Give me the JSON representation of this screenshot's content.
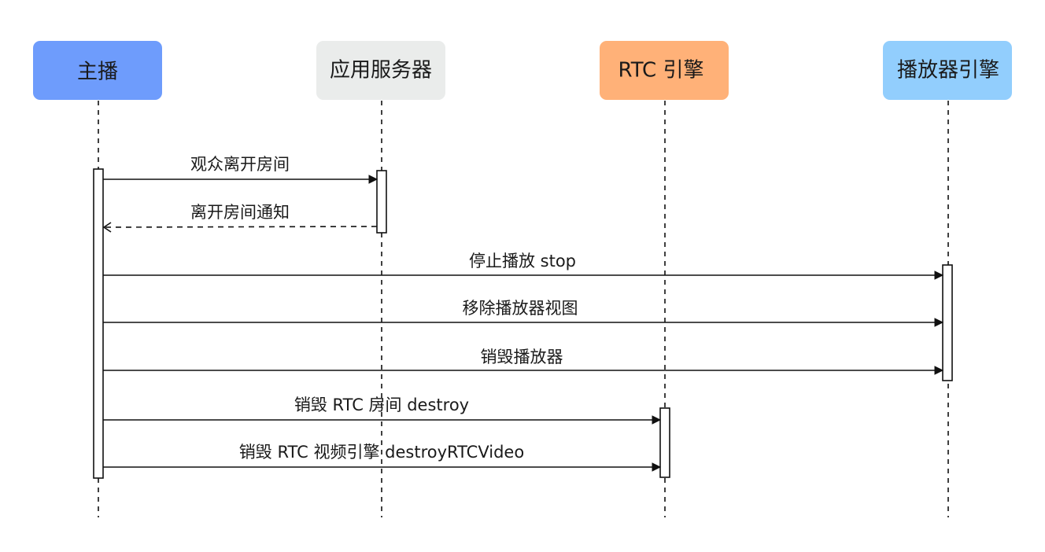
{
  "participants": [
    {
      "id": "anchor",
      "label": "主播",
      "color": "#6E9CFC"
    },
    {
      "id": "server",
      "label": "应用服务器",
      "color": "#EAECEB"
    },
    {
      "id": "rtc",
      "label": "RTC 引擎",
      "color": "#FFB178"
    },
    {
      "id": "player",
      "label": "播放器引擎",
      "color": "#92CEFD"
    }
  ],
  "messages": [
    {
      "from": "anchor",
      "to": "server",
      "label": "观众离开房间",
      "style": "solid"
    },
    {
      "from": "server",
      "to": "anchor",
      "label": "离开房间通知",
      "style": "dashed"
    },
    {
      "from": "anchor",
      "to": "player",
      "label": "停止播放 stop",
      "style": "solid"
    },
    {
      "from": "anchor",
      "to": "player",
      "label": "移除播放器视图",
      "style": "solid"
    },
    {
      "from": "anchor",
      "to": "player",
      "label": "销毁播放器",
      "style": "solid"
    },
    {
      "from": "anchor",
      "to": "rtc",
      "label": "销毁 RTC 房间 destroy",
      "style": "solid"
    },
    {
      "from": "anchor",
      "to": "rtc",
      "label": "销毁 RTC 视频引擎 destroyRTCVideo",
      "style": "solid"
    }
  ]
}
